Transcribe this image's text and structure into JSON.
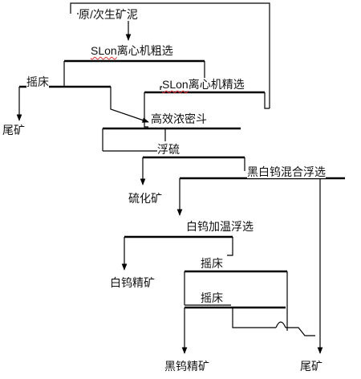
{
  "nodes": {
    "feed": "原/次生矿泥",
    "rougher": {
      "prefix": "SLon",
      "suffix": "离心机粗选"
    },
    "shaking_table_1": "摇床",
    "cleaner": {
      "prefix": "SLon",
      "suffix": "离心机精选"
    },
    "tailings_1": "尾矿",
    "thickener": "高效浓密斗",
    "sulfide_flotation": "浮硫",
    "bulk_flotation": "黑白钨混合浮选",
    "sulfide_ore": "硫化矿",
    "heated_flotation": "白钨加温浮选",
    "shaking_table_2": "摇床",
    "scheelite": "白钨精矿",
    "shaking_table_3": "摇床",
    "wolframite": "黑钨精矿",
    "tailings_2": "尾矿"
  }
}
